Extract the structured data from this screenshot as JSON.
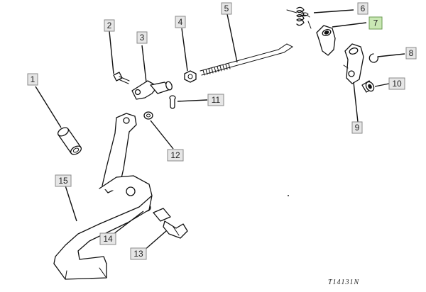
{
  "callouts": [
    {
      "id": "1",
      "label": "1",
      "highlight": false
    },
    {
      "id": "2",
      "label": "2",
      "highlight": false
    },
    {
      "id": "3",
      "label": "3",
      "highlight": false
    },
    {
      "id": "4",
      "label": "4",
      "highlight": false
    },
    {
      "id": "5",
      "label": "5",
      "highlight": false
    },
    {
      "id": "6",
      "label": "6",
      "highlight": false
    },
    {
      "id": "7",
      "label": "7",
      "highlight": true
    },
    {
      "id": "8",
      "label": "8",
      "highlight": false
    },
    {
      "id": "9",
      "label": "9",
      "highlight": false
    },
    {
      "id": "10",
      "label": "10",
      "highlight": false
    },
    {
      "id": "11",
      "label": "11",
      "highlight": false
    },
    {
      "id": "12",
      "label": "12",
      "highlight": false
    },
    {
      "id": "13",
      "label": "13",
      "highlight": false
    },
    {
      "id": "14",
      "label": "14",
      "highlight": false
    },
    {
      "id": "15",
      "label": "15",
      "highlight": false
    }
  ],
  "reference_code": "T14131N",
  "colors": {
    "highlight_fill": "#c9e8b4",
    "box_fill": "#e6e6e6",
    "line": "#111111"
  }
}
